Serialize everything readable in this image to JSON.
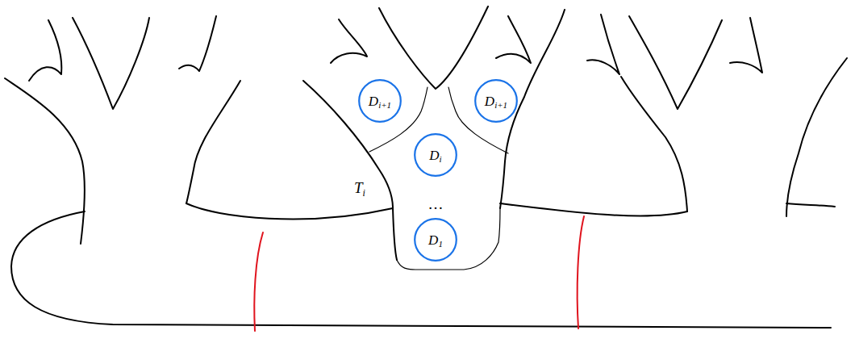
{
  "diagram": {
    "nodes": [
      {
        "text": [
          "Di+1"
        ]
      },
      {
        "text": [
          "Di+1"
        ]
      },
      {
        "text": [
          "Di"
        ]
      },
      {
        "text": [
          "D1"
        ]
      }
    ],
    "labels": [
      "Ti",
      "…"
    ]
  }
}
